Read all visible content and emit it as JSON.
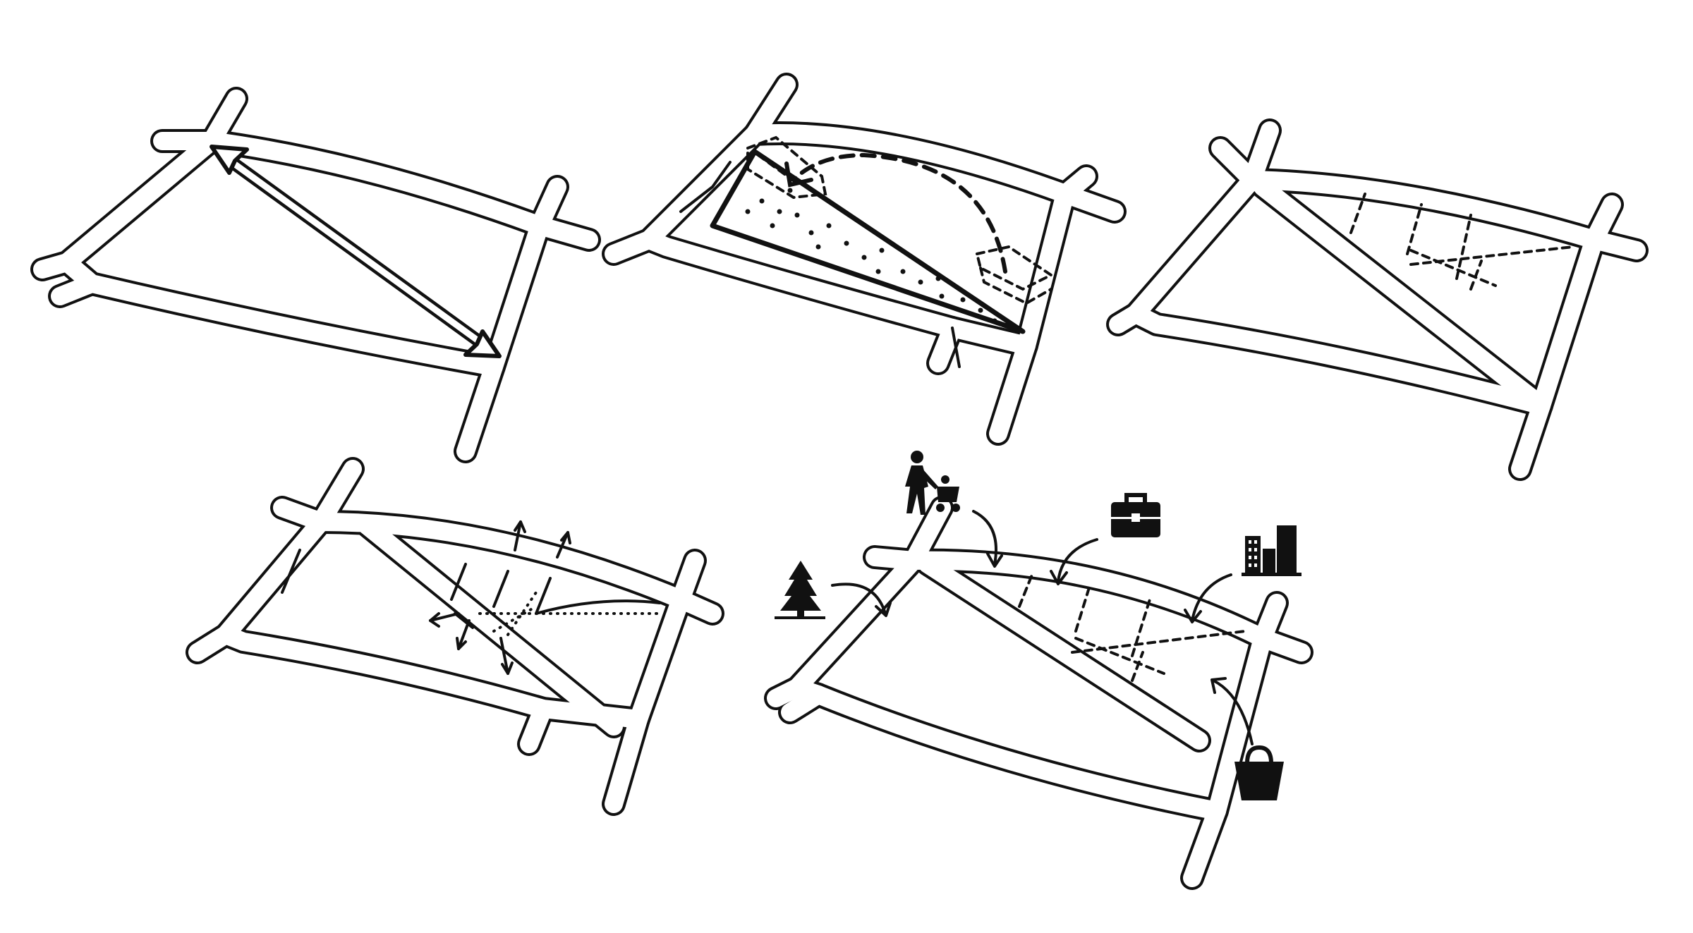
{
  "figure": {
    "background": "#ffffff",
    "ink": "#111111",
    "panels": [
      {
        "id": "panel-1",
        "concept": "diagonal-axis",
        "icons": []
      },
      {
        "id": "panel-2",
        "concept": "relocate-massing",
        "icons": []
      },
      {
        "id": "panel-3",
        "concept": "block-subdivision",
        "icons": []
      },
      {
        "id": "panel-4",
        "concept": "permeability-paths",
        "icons": []
      },
      {
        "id": "panel-5",
        "concept": "context-program",
        "icons": [
          "pedestrian-stroller-icon",
          "briefcase-icon",
          "city-buildings-icon",
          "pine-tree-icon",
          "shopping-bag-icon"
        ]
      }
    ]
  }
}
